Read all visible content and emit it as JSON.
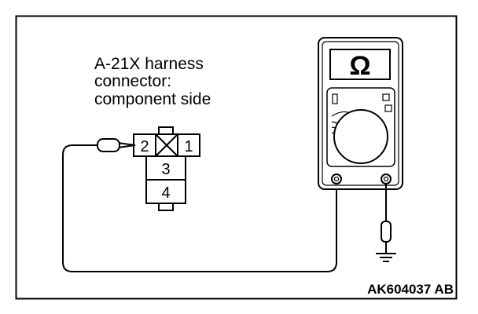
{
  "connector": {
    "caption_line1": "A-21X harness",
    "caption_line2": "connector:",
    "caption_line3": "component side",
    "terminals": {
      "t1": "1",
      "t2": "2",
      "t3": "3",
      "t4": "4"
    }
  },
  "meter": {
    "mode_symbol": "Ω"
  },
  "figure_code": "AK604037 AB",
  "colors": {
    "line": "#000000",
    "background": "#ffffff"
  }
}
